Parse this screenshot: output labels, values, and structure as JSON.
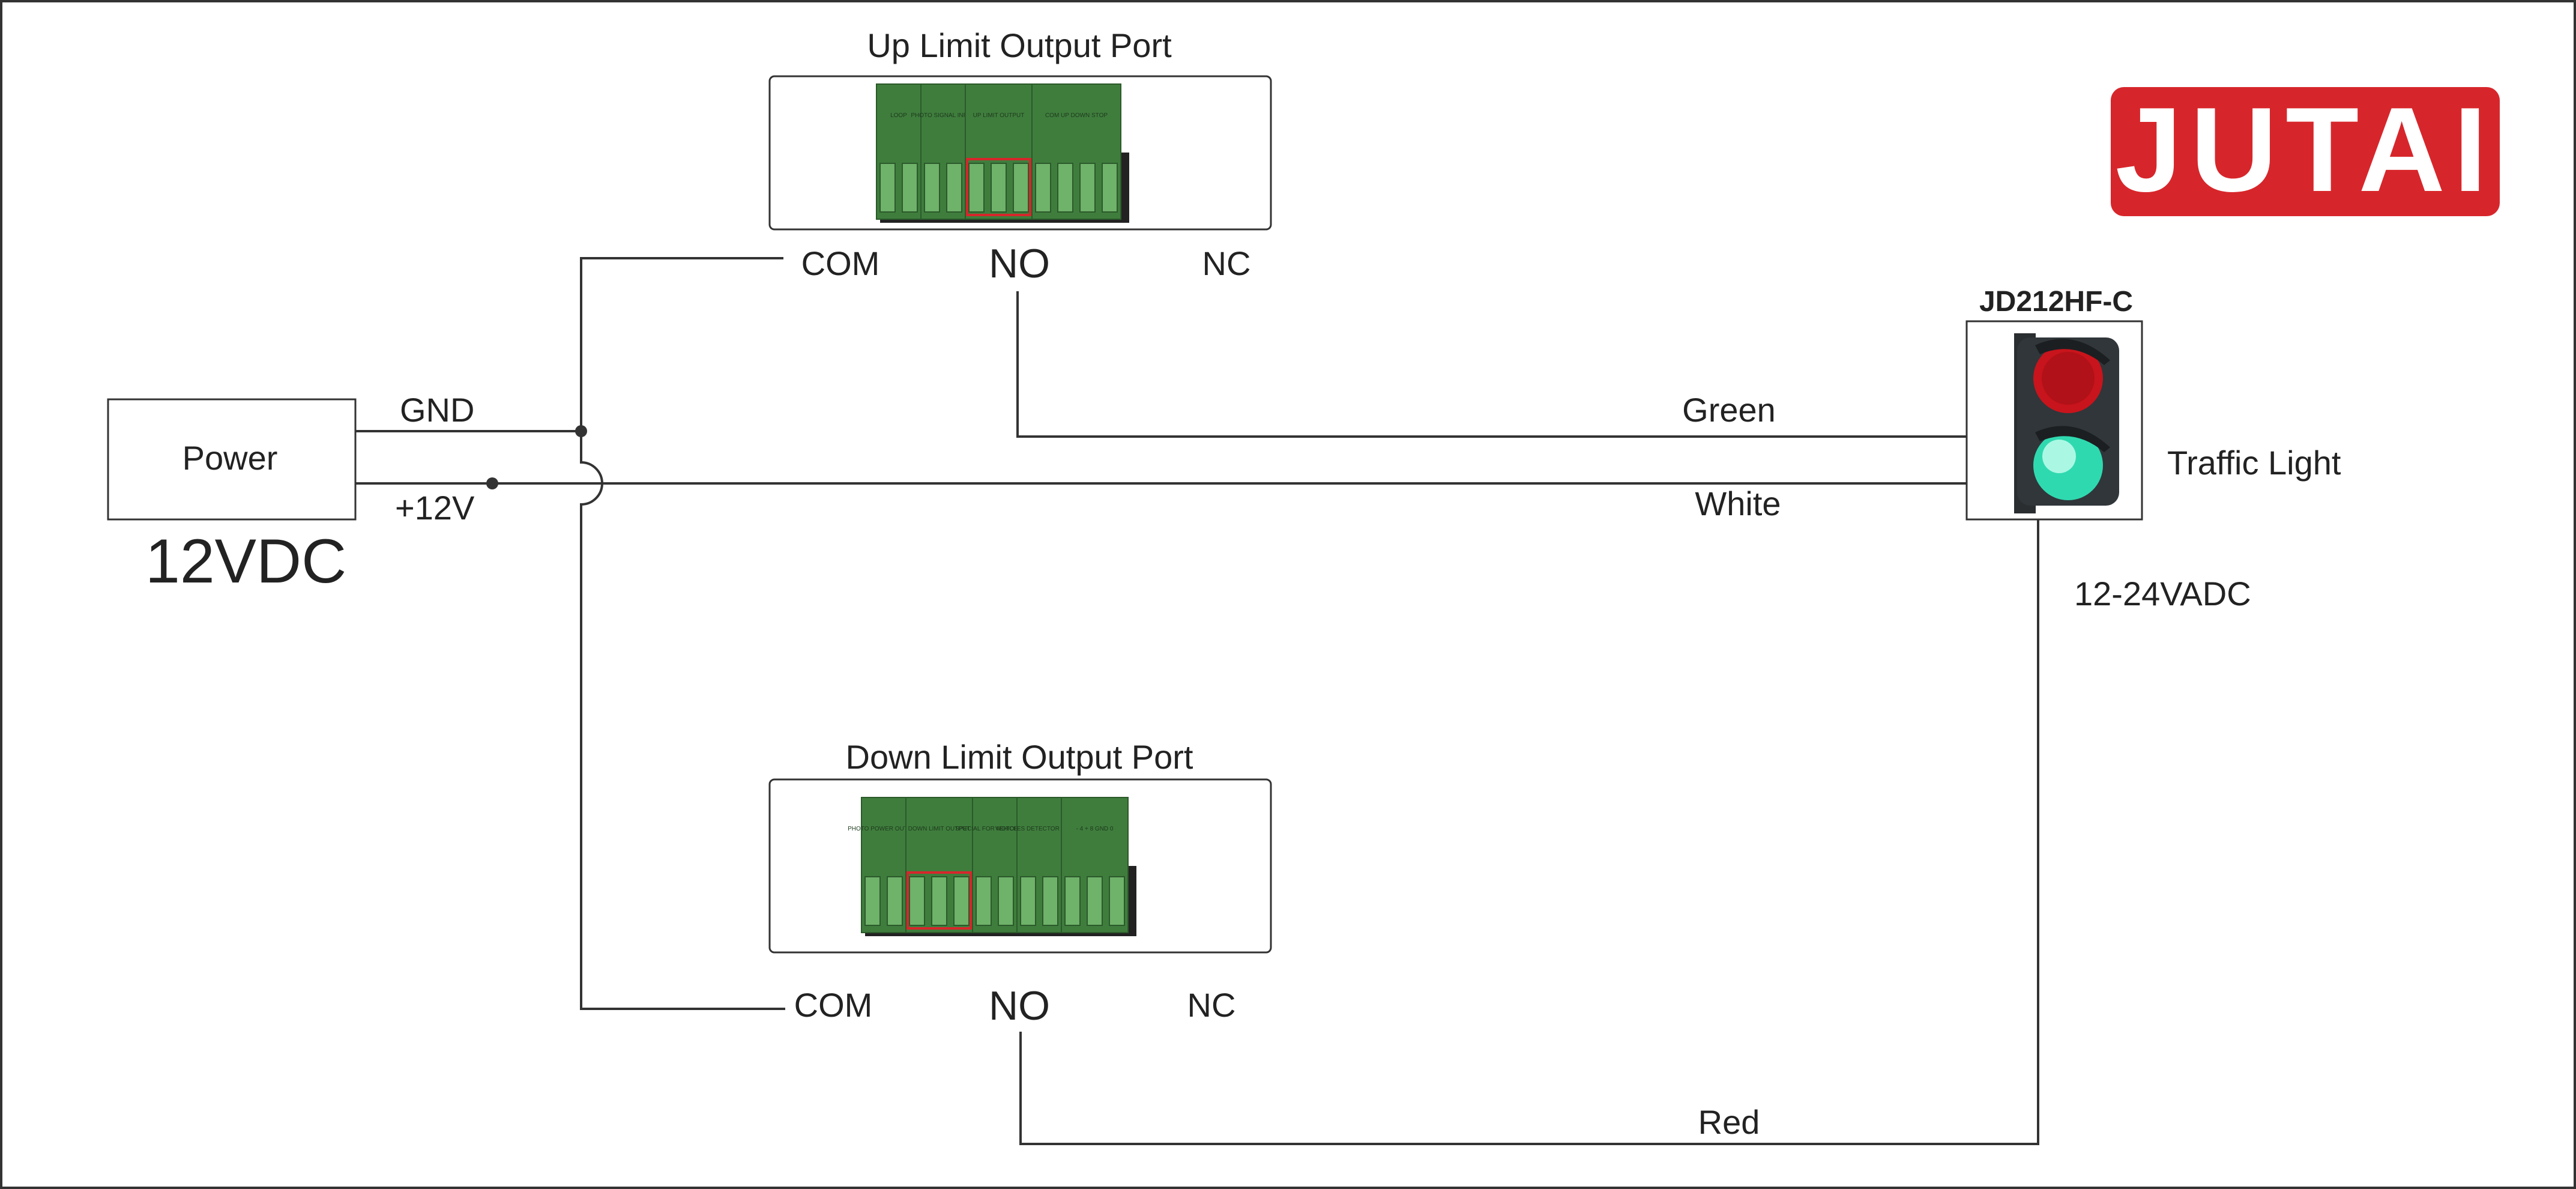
{
  "logo": {
    "text": "JUTAI",
    "bg_color": "#d7262b",
    "text_color": "#ffffff"
  },
  "power": {
    "label": "Power",
    "voltage": "12VDC",
    "gnd_label": "GND",
    "plus_label": "+12V"
  },
  "up_port": {
    "title": "Up Limit Output Port",
    "com": "COM",
    "no": "NO",
    "nc": "NC",
    "sections": [
      "LOOP",
      "PHOTO SIGNAL INPUT",
      "UP LIMIT OUTPUT",
      "COM UP DOWN STOP"
    ]
  },
  "down_port": {
    "title": "Down Limit Output Port",
    "com": "COM",
    "no": "NO",
    "nc": "NC",
    "sections": [
      "PHOTO POWER OUTPUT",
      "DOWN LIMIT OUTPUT",
      "SPECIAL FOR MOTORFACE",
      "VEHICLES DETECTOR SIGNAL",
      "- 4 + 8 GND 0"
    ]
  },
  "traffic_light": {
    "model": "JD212HF-C",
    "label": "Traffic Light",
    "voltage": "12-24VADC"
  },
  "wires": {
    "green": "Green",
    "white": "White",
    "red": "Red"
  },
  "colors": {
    "terminal_green": "#3f7d3d",
    "terminal_slot": "#6fb26a",
    "highlight": "#d7262b",
    "red_lamp": "#c8141c",
    "green_lamp": "#2fd9b0",
    "line": "#333333"
  }
}
